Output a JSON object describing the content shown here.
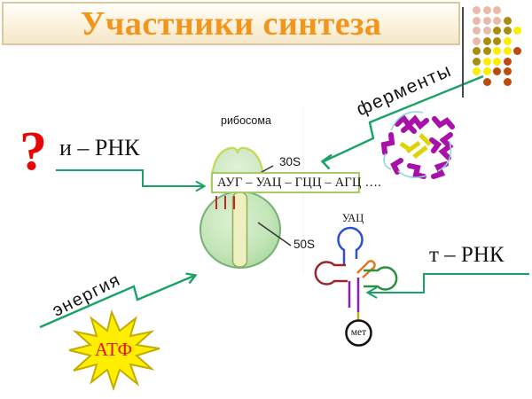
{
  "title": "Участники синтеза",
  "participants": {
    "question_mark": "?",
    "mrna": "и – РНК",
    "trna": "т – РНК",
    "enzymes": "ферменты",
    "energy": "энергия",
    "atp": "АТФ"
  },
  "ribosome": {
    "caption": "рибосома",
    "small_subunit": "30S",
    "large_subunit": "50S",
    "mrna_codons": "АУГ – УАЦ – ГЦЦ – АГЦ …."
  },
  "trna_diagram": {
    "anticodon": "УАЦ",
    "amino_acid": "мет"
  },
  "colors": {
    "slide_background": "#ffffff",
    "title_text": "#f2951d",
    "title_border": "#d9c8a0",
    "title_bg_top": "#fffef9",
    "title_bg_bottom": "#f5e7c9",
    "accent_arrow_green": "#18a266",
    "question_red": "#e60505",
    "atp_text_red": "#e81111",
    "atp_star_fill": "#ffee00",
    "atp_star_stroke": "#c3ac00",
    "codon_box_border": "#a8ca68",
    "mrna_tick_red": "#cc2222",
    "ribosome_stroke": "#76b276",
    "small_subunit_stroke": "#c3d94f",
    "channel_fill": "#eef0c2",
    "enzyme_helix_magenta": "#a810a8",
    "enzyme_strand_yellow": "#e0d400",
    "trna_blue": "#2a52cc",
    "trna_maroon": "#99262b",
    "trna_orange": "#e0791f",
    "trna_green": "#2e8f3c",
    "trna_purple": "#8a1fb4",
    "trna_connector_yellow": "#c9a91e",
    "dot_pink": "#e9baa9",
    "dot_olive": "#aa8c0f",
    "dot_yellow": "#fdee00",
    "dot_red": "#bf4a0d"
  },
  "decor_dots_rows": [
    [
      "pink",
      "pink",
      "pink",
      "",
      ""
    ],
    [
      "pink",
      "pink",
      "pink",
      "olive",
      ""
    ],
    [
      "pink",
      "pink",
      "olive",
      "olive",
      "yellow"
    ],
    [
      "pink",
      "olive",
      "olive",
      "yellow",
      ""
    ],
    [
      "olive",
      "olive",
      "yellow",
      "yellow",
      "red"
    ],
    [
      "olive",
      "yellow",
      "yellow",
      "red",
      ""
    ],
    [
      "yellow",
      "yellow",
      "red",
      "red",
      ""
    ],
    [
      "",
      "red",
      "",
      "red",
      ""
    ]
  ]
}
